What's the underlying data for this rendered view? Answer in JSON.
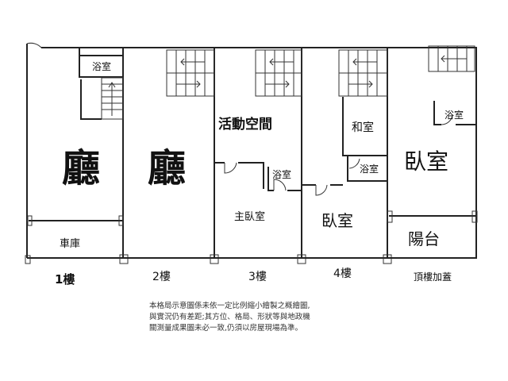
{
  "floors": [
    {
      "label": "1樓",
      "rooms": {
        "main": "廳",
        "bath": "浴室",
        "garage": "車庫"
      }
    },
    {
      "label": "2樓",
      "rooms": {
        "main": "廳"
      }
    },
    {
      "label": "3樓",
      "rooms": {
        "activity": "活動空間",
        "bath": "浴室",
        "master": "主臥室"
      }
    },
    {
      "label": "4樓",
      "rooms": {
        "japanese": "和室",
        "bath": "浴室",
        "bedroom": "臥室"
      }
    },
    {
      "label": "頂樓加蓋",
      "rooms": {
        "bath": "浴室",
        "bedroom": "臥室",
        "balcony": "陽台"
      }
    }
  ],
  "note": [
    "本格局示意圖係未依一定比例縮小繪製之概繪圖,",
    "與實況仍有差距;其方位、格局、形狀等與地政機",
    "關測量成果圖未必一致,仍須以房屋現場為準。"
  ]
}
